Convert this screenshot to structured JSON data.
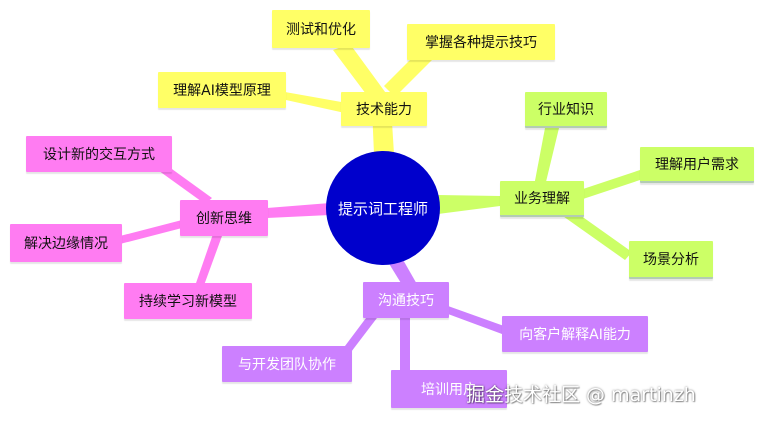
{
  "mindmap": {
    "center": "提示词工程师",
    "branches": [
      {
        "label": "技术能力",
        "color": "#ffff66",
        "children": [
          "测试和优化",
          "掌握各种提示技巧",
          "理解AI模型原理"
        ]
      },
      {
        "label": "业务理解",
        "color": "#ccff66",
        "children": [
          "行业知识",
          "理解用户需求",
          "场景分析"
        ]
      },
      {
        "label": "沟通技巧",
        "color": "#cc80ff",
        "children": [
          "向客户解释AI能力",
          "与开发团队协作",
          "培训用户"
        ]
      },
      {
        "label": "创新思维",
        "color": "#ff7cf2",
        "children": [
          "设计新的交互方式",
          "解决边缘情况",
          "持续学习新模型"
        ]
      }
    ]
  },
  "watermark": "掘金技术社区 @ martinzh"
}
